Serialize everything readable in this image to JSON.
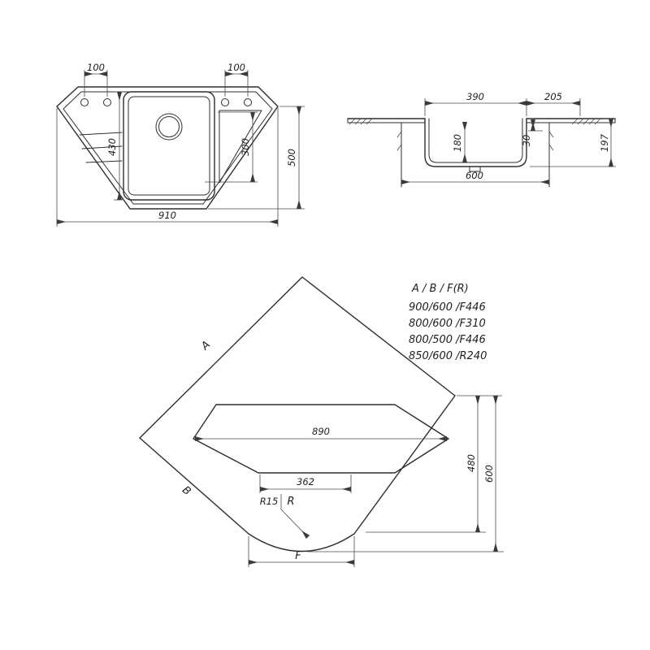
{
  "drawing": {
    "plan": {
      "hole_spacing_left": "100",
      "hole_spacing_right": "100",
      "bowl_depth": "430",
      "right_section": "300",
      "overall_depth": "500",
      "overall_width": "910"
    },
    "section": {
      "bowl_width": "390",
      "right_extent": "205",
      "bowl_depth": "180",
      "rim_height": "30",
      "cabinet_width": "600",
      "overall_height": "197"
    },
    "counter": {
      "edge_a": "A",
      "edge_b": "B",
      "front_f": "F",
      "radius_r": "R",
      "radius_r15": "R15",
      "cutout_width": "890",
      "front_width": "362",
      "depth_480": "480",
      "depth_600": "600"
    },
    "table": {
      "header": "A / B / F(R)",
      "rows": [
        "900/600 /F446",
        "800/600 /F310",
        "800/500 /F446",
        "850/600 /R240"
      ]
    }
  }
}
